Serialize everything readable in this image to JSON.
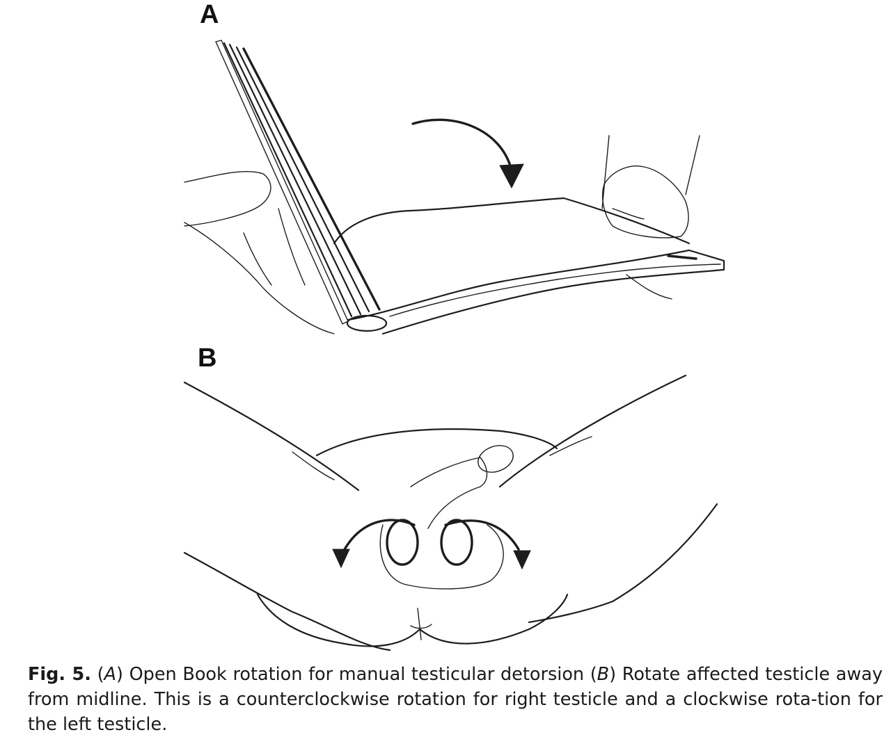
{
  "figure": {
    "panel_a_label": "A",
    "panel_b_label": "B",
    "caption": {
      "fig_number": "Fig. 5.",
      "part_a_prefix": "(",
      "part_a_letter": "A",
      "part_a_text": ") Open Book rotation for manual testicular detorsion (",
      "part_b_letter": "B",
      "part_b_text": ") Rotate affected testicle away from midline. This is a counterclockwise rotation for right testicle and a clockwise rota-tion for the left testicle."
    }
  }
}
